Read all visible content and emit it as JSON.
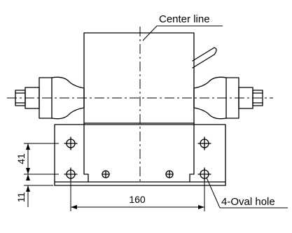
{
  "diagram": {
    "labels": {
      "center_line": "Center line",
      "oval_hole": "4-Oval hole"
    },
    "dimensions": {
      "horizontal_pitch": "160",
      "vertical_pitch": "41",
      "bottom_offset": "11"
    }
  }
}
